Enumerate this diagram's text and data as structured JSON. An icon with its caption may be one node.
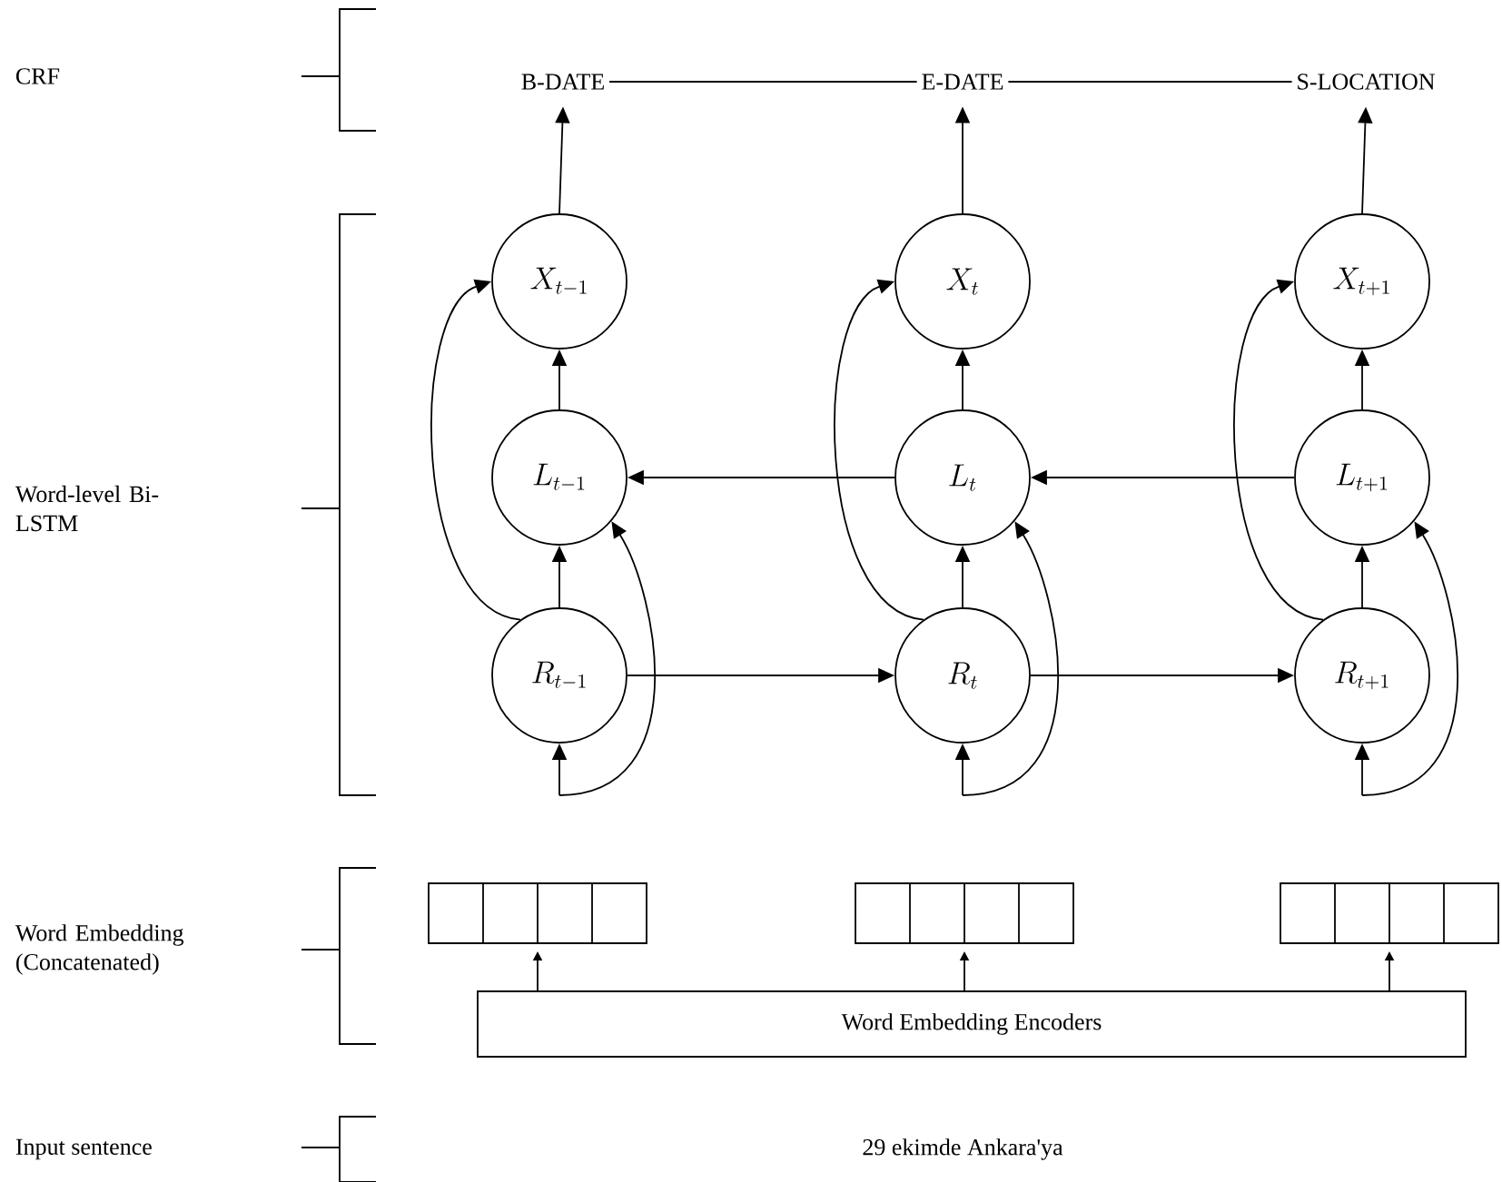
{
  "diagram": {
    "nodes": [
      {
        "text": [
          "B-DATE"
        ]
      },
      {
        "text": [
          "E-DATE"
        ]
      },
      {
        "text": [
          "S-LOCATION"
        ]
      },
      {
        "text": [
          "X_{t-1}"
        ]
      },
      {
        "text": [
          "L_{t-1}"
        ]
      },
      {
        "text": [
          "R_{t-1}"
        ]
      },
      {
        "text": [
          "X_{t}"
        ]
      },
      {
        "text": [
          "L_{t}"
        ]
      },
      {
        "text": [
          "R_{t}"
        ]
      },
      {
        "text": [
          "X_{t+1}"
        ]
      },
      {
        "text": [
          "L_{t+1}"
        ]
      },
      {
        "text": [
          "R_{t+1}"
        ]
      },
      {
        "text": [],
        "shape": "box"
      },
      {
        "text": [],
        "shape": "box"
      },
      {
        "text": [],
        "shape": "box"
      },
      {
        "text": [
          "Word Embedding Encoders"
        ]
      }
    ],
    "edges": [
      {
        "from": 0,
        "to": 1,
        "arrow": "none"
      },
      {
        "from": 1,
        "to": 2,
        "arrow": "none"
      },
      {
        "from": 3,
        "to": 0,
        "arrow": "to"
      },
      {
        "from": 6,
        "to": 1,
        "arrow": "to"
      },
      {
        "from": 9,
        "to": 2,
        "arrow": "to"
      },
      {
        "from": 4,
        "to": 3,
        "arrow": "to"
      },
      {
        "from": 5,
        "to": 4,
        "arrow": "to"
      },
      {
        "from": 5,
        "to": 3,
        "arrow": "to"
      },
      {
        "from": null,
        "to": 5,
        "arrow": "to"
      },
      {
        "from": null,
        "to": 4,
        "arrow": "to"
      },
      {
        "from": 7,
        "to": 6,
        "arrow": "to"
      },
      {
        "from": 8,
        "to": 7,
        "arrow": "to"
      },
      {
        "from": 8,
        "to": 6,
        "arrow": "to"
      },
      {
        "from": null,
        "to": 8,
        "arrow": "to"
      },
      {
        "from": null,
        "to": 7,
        "arrow": "to"
      },
      {
        "from": 10,
        "to": 9,
        "arrow": "to"
      },
      {
        "from": 11,
        "to": 10,
        "arrow": "to"
      },
      {
        "from": 11,
        "to": 9,
        "arrow": "to"
      },
      {
        "from": null,
        "to": 11,
        "arrow": "to"
      },
      {
        "from": null,
        "to": 10,
        "arrow": "to"
      },
      {
        "from": 7,
        "to": 4,
        "arrow": "to"
      },
      {
        "from": 10,
        "to": 7,
        "arrow": "to"
      },
      {
        "from": 5,
        "to": 8,
        "arrow": "to"
      },
      {
        "from": 8,
        "to": 11,
        "arrow": "to"
      },
      {
        "from": 15,
        "to": 12,
        "arrow": "to"
      },
      {
        "from": 15,
        "to": 13,
        "arrow": "to"
      },
      {
        "from": 15,
        "to": 14,
        "arrow": "to"
      }
    ],
    "labels": [
      "CRF",
      "Word-level Bi-LSTM",
      "Word Embedding (Concatenated)",
      "Input sentence",
      "29 ekimde Ankara'ya"
    ]
  }
}
